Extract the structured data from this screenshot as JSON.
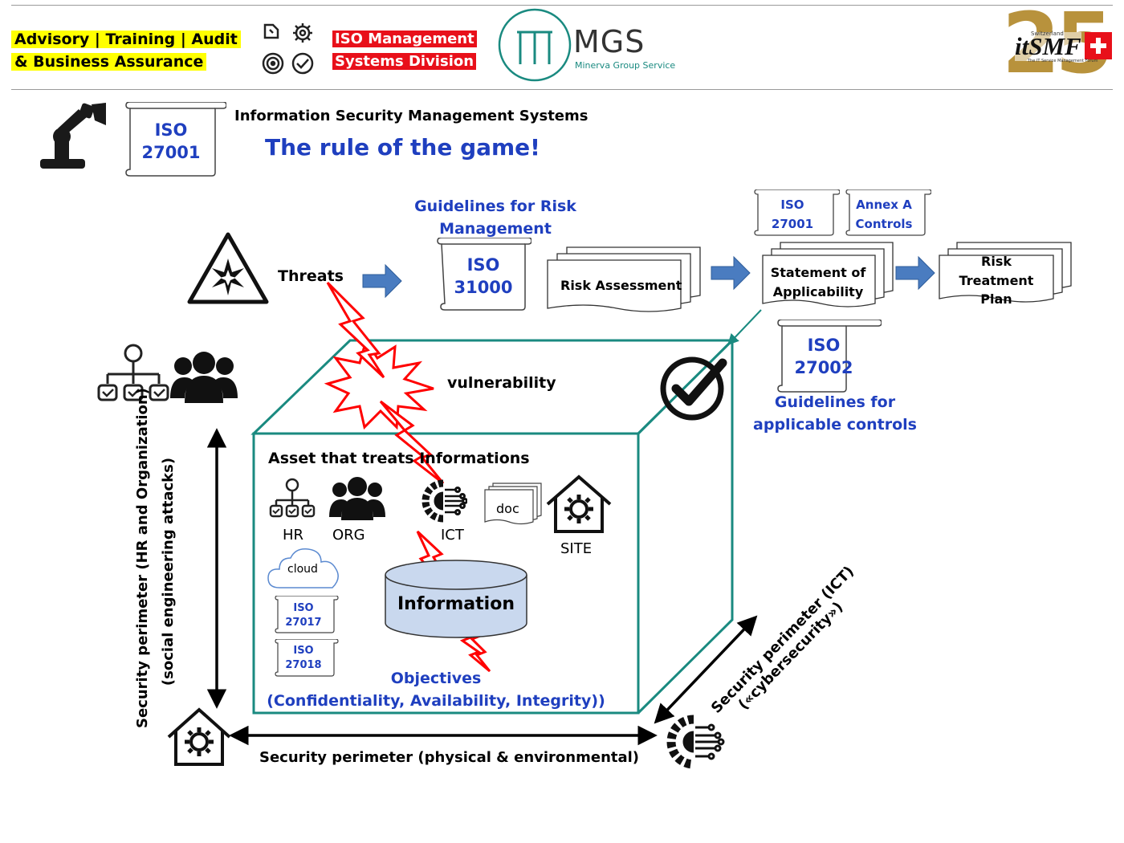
{
  "header": {
    "services_line1": "Advisory | Training | Audit",
    "services_line2": "& Business Assurance",
    "division_line1": "ISO Management",
    "division_line2": "Systems Division",
    "mgs_name": "MGS",
    "mgs_tagline": "Minerva Group Service",
    "itsmf_number": "25",
    "itsmf_name": "itSMF",
    "itsmf_country": "Switzerland",
    "itsmf_forum": "The IT Service Management Forum"
  },
  "title": {
    "scroll_line1": "ISO",
    "scroll_line2": "27001",
    "subtitle": "Information Security Management Systems",
    "headline": "The rule of the game!"
  },
  "risk_flow": {
    "threats": "Threats",
    "guidelines_line1": "Guidelines for Risk",
    "guidelines_line2": "Management",
    "iso31000_line1": "ISO",
    "iso31000_line2": "31000",
    "risk_assessment": "Risk Assessment",
    "iso27001_line1": "ISO",
    "iso27001_line2": "27001",
    "annex_line1": "Annex A",
    "annex_line2": "Controls",
    "soa_line1": "Statement of",
    "soa_line2": "Applicability",
    "rtp_line1": "Risk",
    "rtp_line2": "Treatment",
    "rtp_line3": "Plan",
    "iso27002_line1": "ISO",
    "iso27002_line2": "27002",
    "controls_line1": "Guidelines for",
    "controls_line2": "applicable controls"
  },
  "cube": {
    "vulnerability": "vulnerability",
    "asset_title": "Asset that treats Informations",
    "hr": "HR",
    "org": "ORG",
    "ict": "ICT",
    "doc": "doc",
    "site": "SITE",
    "cloud": "cloud",
    "iso27017_line1": "ISO",
    "iso27017_line2": "27017",
    "iso27018_line1": "ISO",
    "iso27018_line2": "27018",
    "information": "Information",
    "objectives_line1": "Objectives",
    "objectives_line2": "(Confidentiality, Availability, Integrity))"
  },
  "perimeters": {
    "hr_line1": "Security perimeter (HR and Organization)",
    "hr_line2": "(social engineering attacks)",
    "physical": "Security perimeter (physical & environmental)",
    "ict_line1": "Security perimeter (ICT)",
    "ict_line2": "(«cybersecurity»)"
  },
  "colors": {
    "title_blue": "#1f3fbf",
    "cube_teal": "#1a8a80",
    "arrow_blue": "#4a7cc0",
    "lightning_red": "#ff0000",
    "db_fill": "#c9d8ee",
    "mgs_teal": "#1a8a80",
    "highlight_yellow": "#ffff00",
    "highlight_red": "#e8101a",
    "itsmf_gold": "#b8923c"
  }
}
